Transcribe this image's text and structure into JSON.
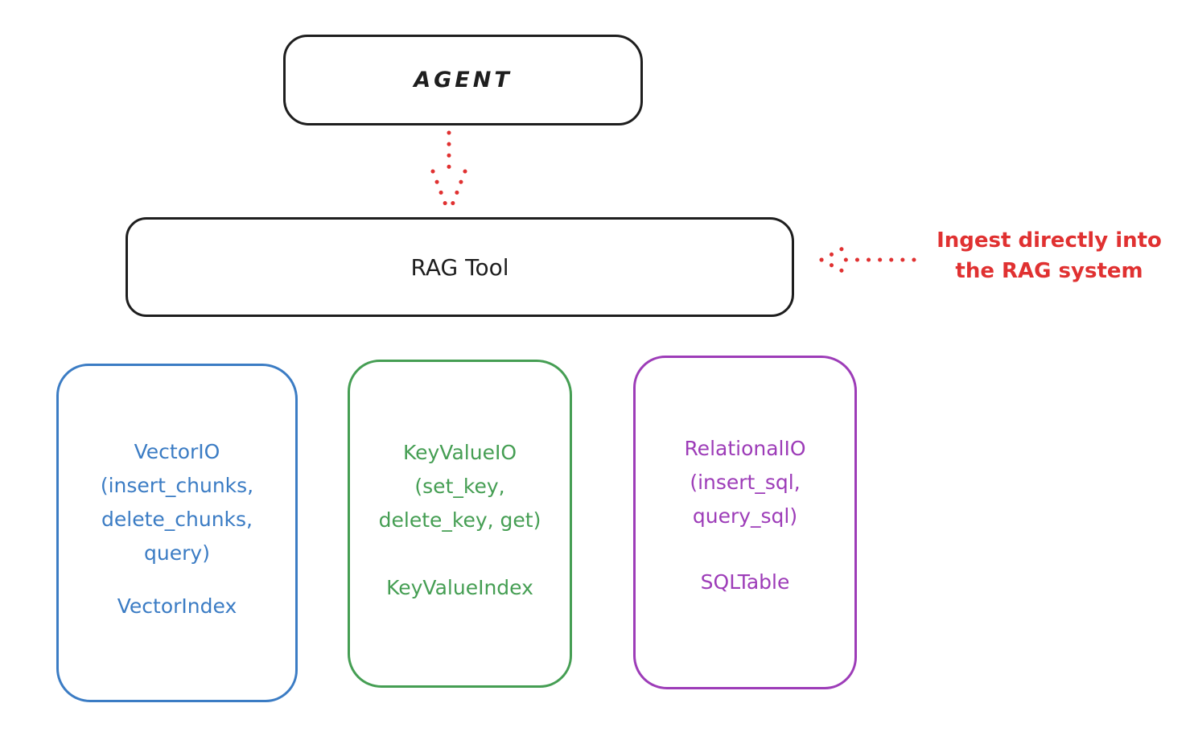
{
  "colors": {
    "ink": "#1e1e1e",
    "red": "#e03131",
    "blue": "#3b7cc4",
    "green": "#459e53",
    "purple": "#9d3cb8",
    "background": "#ffffff"
  },
  "nodes": {
    "agent": {
      "label": "AGENT"
    },
    "rag_tool": {
      "label": "RAG Tool"
    },
    "vector_io": {
      "title": "VectorIO\n(insert_chunks,\ndelete_chunks,\nquery)",
      "index": "VectorIndex"
    },
    "key_value_io": {
      "title": "KeyValueIO\n(set_key,\ndelete_key, get)",
      "index": "KeyValueIndex"
    },
    "relational_io": {
      "title": "RelationalIO\n(insert_sql,\nquery_sql)",
      "index": "SQLTable"
    }
  },
  "annotation": {
    "text": "Ingest directly into\nthe RAG system"
  },
  "edges": [
    {
      "from": "AGENT",
      "to": "RAG Tool",
      "style": "dotted-arrow",
      "color": "#e03131"
    },
    {
      "from": "Ingest directly into the RAG system",
      "to": "RAG Tool",
      "style": "dotted-arrow",
      "color": "#e03131"
    }
  ]
}
